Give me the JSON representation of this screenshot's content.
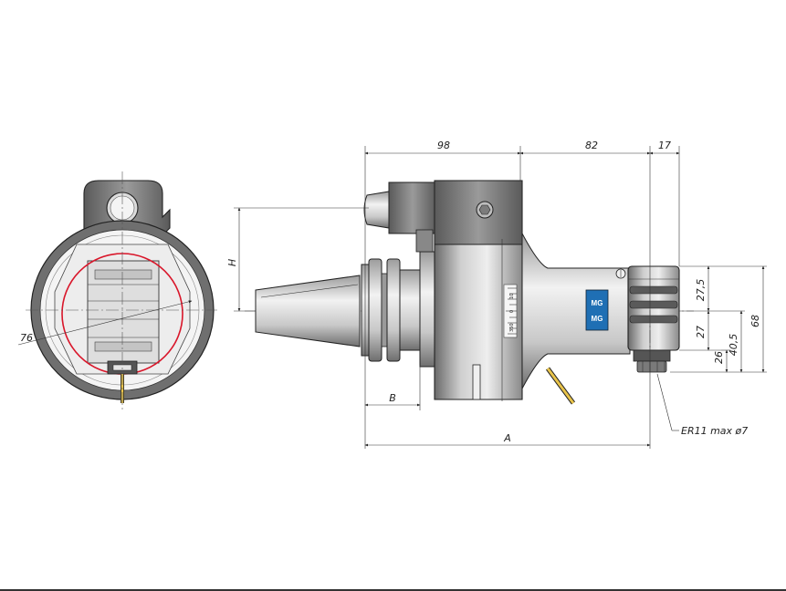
{
  "dimensions": {
    "d98": "98",
    "d82": "82",
    "d17": "17",
    "dH": "H",
    "d27_5": "27,5",
    "d27": "27",
    "d26": "26",
    "d40_5": "40,5",
    "d68": "68",
    "dB": "B",
    "dA": "A",
    "d76": "76"
  },
  "callouts": {
    "collet": "ER11 max ø7"
  },
  "logo": {
    "top": "MG",
    "bottom": "MG"
  },
  "scale": {
    "t1": "10",
    "t2": "0",
    "t3": "350"
  },
  "colors": {
    "body_dark": "#7a7a7a",
    "body_mid": "#b8b8b8",
    "body_light": "#eaeaea",
    "red_circle": "#d9162a",
    "brand_blue": "#1f6fb4",
    "coolant_yellow": "#e8c34a"
  }
}
